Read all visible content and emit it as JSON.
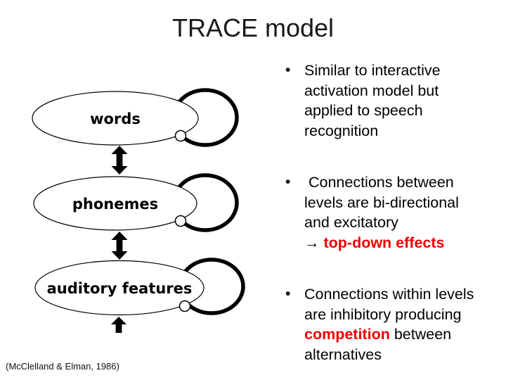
{
  "slide": {
    "title": "TRACE model",
    "citation": "(McClelland & Elman, 1986)"
  },
  "colors": {
    "accent_red": "#ee0000",
    "text": "#000000",
    "background": "#ffffff"
  },
  "diagram": {
    "nodes": [
      {
        "label": "words"
      },
      {
        "label": "phonemes"
      },
      {
        "label": "auditory features"
      }
    ],
    "icon_names": {
      "self_loop": "self-loop-icon",
      "between_levels": "bidirectional-arrow-icon",
      "input": "up-arrow-icon",
      "junction": "connector-dot-icon"
    }
  },
  "bullets": {
    "marker": "•",
    "b1": {
      "l1": "Similar to interactive",
      "l2": "activation model but",
      "l3": "applied to speech",
      "l4": "recognition"
    },
    "b2": {
      "l1": " Connections between",
      "l2": "levels are bi-directional",
      "l3": "and excitatory",
      "l4_prefix": "→ ",
      "l4_red": "top-down effects"
    },
    "b3": {
      "l1": "Connections within levels",
      "l2": "are inhibitory producing",
      "l3_red": "competition",
      "l3_suffix": " between",
      "l4": "alternatives"
    }
  }
}
